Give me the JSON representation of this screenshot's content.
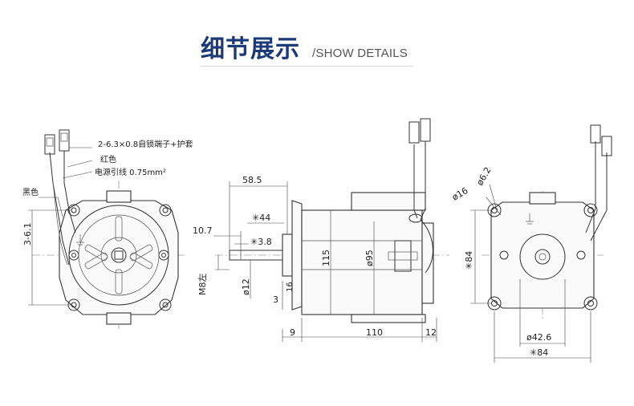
{
  "header": {
    "title_cn": "细节展示",
    "title_en": "/SHOW DETAILS"
  },
  "annotations": {
    "terminal": "2-6.3×0.8自锁端子+护套",
    "red": "红色",
    "wire": "电源引线 0.75mm²",
    "black": "黑色",
    "left_height": "3-6.1"
  },
  "side_view": {
    "d58_5": "58.5",
    "d44": "✳44",
    "d10_7": "10.7",
    "d3_8": "✳3.8",
    "d115": "115",
    "d95": "ø95",
    "dM8": "M8左",
    "d12": "ø12",
    "d3": "3",
    "d16": "16",
    "d9": "9",
    "d110": "110",
    "d12b": "12"
  },
  "rear_view": {
    "d16": "ø16",
    "d6_2": "ø6.2",
    "d84v": "✳84",
    "d42_6": "ø42.6",
    "d84h": "✳84"
  }
}
